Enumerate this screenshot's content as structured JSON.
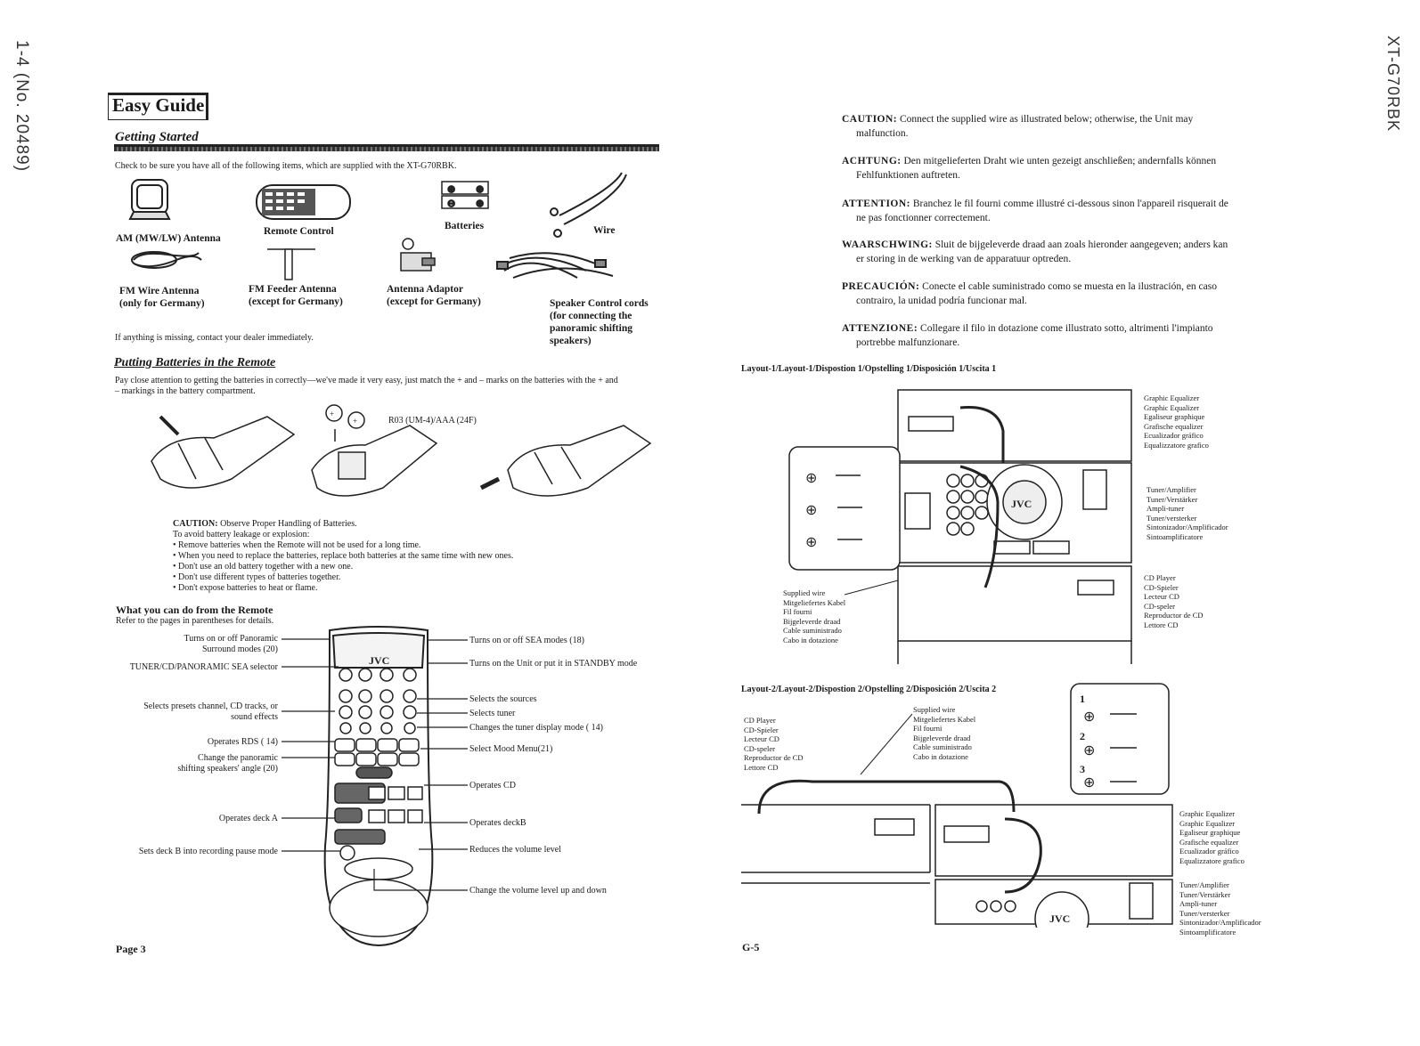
{
  "side_left": "1-4 (No. 20489)",
  "side_right": "XT-G70RBK",
  "left": {
    "title": "Easy Guide",
    "subtitle": "Getting Started",
    "check_text": "Check to be sure you have all of the following items, which are supplied with the XT-G70RBK.",
    "items": {
      "am": "AM (MW/LW) Antenna",
      "remote": "Remote Control",
      "batteries": "Batteries",
      "wire": "Wire",
      "fm_wire": "FM Wire Antenna",
      "fm_wire_note": "(only for Germany)",
      "fm_feeder": "FM Feeder Antenna",
      "fm_feeder_note": "(except for Germany)",
      "adaptor": "Antenna Adaptor",
      "adaptor_note": "(except for Germany)",
      "speaker_1": "Speaker Control cords",
      "speaker_2": "(for connecting the",
      "speaker_3": "panoramic shifting",
      "speaker_4": "speakers)"
    },
    "missing_text": "If anything is missing, contact your dealer immediately.",
    "batteries_title": "Putting Batteries in the Remote",
    "batteries_text_1": "Pay close attention to getting the batteries in correctly—we've made it very easy, just match the + and – marks on the batteries with the + and",
    "batteries_text_2": "– markings in the battery compartment.",
    "battery_type": "R03 (UM-4)/AAA (24F)",
    "caution_head": "CAUTION:",
    "caution_title": "Observe Proper Handling of Batteries.",
    "caution_lines": [
      "To avoid battery leakage or explosion:",
      "• Remove batteries when the Remote will not be used for a long time.",
      "• When you need to replace the batteries, replace both batteries at the same time with new ones.",
      "• Don't use an old battery together with a new one.",
      "• Don't use different types of batteries together.",
      "• Don't expose batteries to heat or flame."
    ],
    "remote_title": "What you can do from the Remote",
    "remote_sub": "Refer to the pages in parentheses for details.",
    "remote_left": [
      "Turns on or off Panoramic",
      "Surround modes (20)",
      "TUNER/CD/PANORAMIC SEA selector",
      "Selects presets channel, CD tracks, or",
      "sound effects",
      "Operates RDS ( 14)",
      "Change the panoramic",
      "shifting speakers' angle (20)",
      "Operates deck A",
      "Sets deck B into recording pause mode"
    ],
    "remote_right": [
      "Turns on or off SEA modes (18)",
      "Turns on the Unit or put it in STANDBY mode",
      "Selects the sources",
      "Selects tuner",
      "Changes the tuner display  mode ( 14)",
      "Select Mood Menu(21)",
      "Operates CD",
      "Operates deckB",
      "Reduces the volume level",
      "Change the volume level up and down"
    ],
    "remote_brand": "JVC",
    "page": "Page 3"
  },
  "right": {
    "cautions": [
      {
        "head": "CAUTION:",
        "line1": "Connect the supplied wire as illustrated below; otherwise, the Unit may",
        "line2": "malfunction."
      },
      {
        "head": "ACHTUNG:",
        "line1": "Den mitgelieferten Draht wie unten gezeigt anschließen; andernfalls können",
        "line2": "Fehlfunktionen auftreten."
      },
      {
        "head": "ATTENTION:",
        "line1": "Branchez le fil fourni comme illustré ci-dessous sinon l'appareil risquerait de",
        "line2": "ne pas fonctionner correctement."
      },
      {
        "head": "WAARSCHWING:",
        "line1": "Sluit de bijgeleverde draad aan zoals hieronder aangegeven; anders kan",
        "line2": "er storing in de werking van de apparatuur optreden."
      },
      {
        "head": "PRECAUCIÓN:",
        "line1": "Conecte el cable suministrado como se muesta en la ilustración, en caso",
        "line2": "contrairo, la unidad podría funcionar mal."
      },
      {
        "head": "ATTENZIONE:",
        "line1": "Collegare il filo in dotazione come illustrato sotto, altrimenti l'impianto",
        "line2": "portrebbe malfunzionare."
      }
    ],
    "layout1_title": "Layout-1/Layout-1/Dispostion 1/Opstelling 1/Disposición 1/Uscita 1",
    "layout2_title": "Layout-2/Layout-2/Dispostion 2/Opstelling 2/Disposición 2/Uscita 2",
    "eq_labels": [
      "Graphic Equalizer",
      "Graphic Equalizer",
      "Egaliseur graphique",
      "Grafische equalizer",
      "Ecualizador gráfico",
      "Equalizzatore grafico"
    ],
    "tuner_labels": [
      "Tuner/Amplifier",
      "Tuner/Verstärker",
      "Ampli-tuner",
      "Tuner/versterker",
      "Sintonizador/Amplificador",
      "Sintoamplificatore"
    ],
    "cd_labels": [
      "CD Player",
      "CD-Spieler",
      "Lecteur CD",
      "CD-speler",
      "Reproductor de CD",
      "Lettore CD"
    ],
    "wire_labels": [
      "Supplied wire",
      "Mitgeliefertes Kabel",
      "Fil fourni",
      "Bijgeleverde draad",
      "Cable suministrado",
      "Cabo in dotazione"
    ],
    "step_1": "1",
    "step_2": "2",
    "step_3": "3",
    "brand": "JVC",
    "page": "G-5"
  }
}
